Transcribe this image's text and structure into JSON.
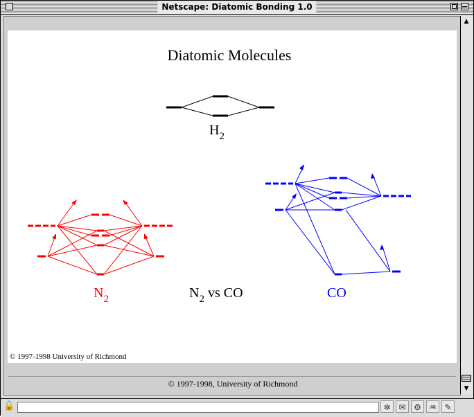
{
  "window": {
    "title": "Netscape: Diatomic Bonding 1.0"
  },
  "page": {
    "heading": "Diatomic Molecules",
    "h2_label": {
      "base": "H",
      "sub": "2"
    },
    "n2_label": {
      "base": "N",
      "sub": "2"
    },
    "comparison_label": {
      "base": "N",
      "sub": "2",
      "rest": " vs CO"
    },
    "co_label": "CO",
    "inner_copyright": "© 1997-1998 University of Richmond",
    "colors": {
      "n2": "#ff0000",
      "co": "#0000ff",
      "h2": "#000000"
    }
  },
  "footer": {
    "text": "© 1997-1998, University of Richmond"
  },
  "status": {
    "text": "",
    "icons": [
      "lock-icon",
      "security-icon",
      "mail-icon",
      "component-icon",
      "connection-icon",
      "composer-icon"
    ]
  }
}
